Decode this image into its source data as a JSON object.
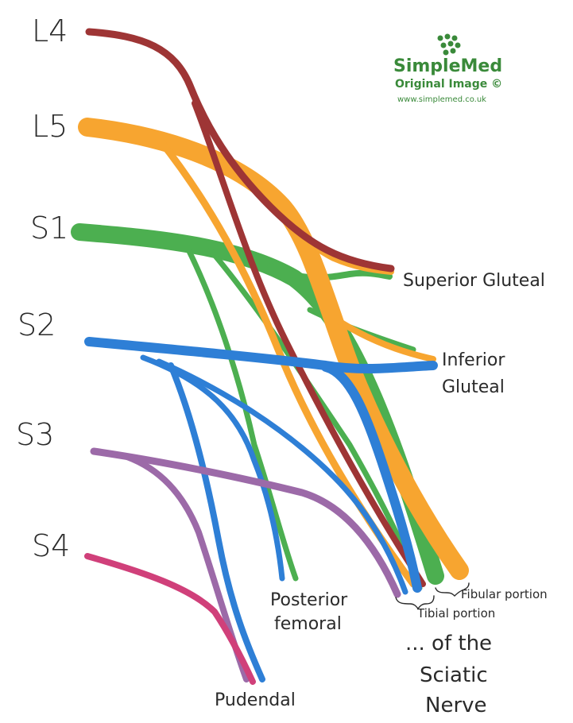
{
  "roots": [
    "L4",
    "L5",
    "S1",
    "S2",
    "S3",
    "S4"
  ],
  "nerves": {
    "superior_gluteal": "Superior Gluteal",
    "inferior_gluteal_line1": "Inferior",
    "inferior_gluteal_line2": "Gluteal",
    "posterior_femoral_line1": "Posterior",
    "posterior_femoral_line2": "femoral",
    "pudendal": "Pudendal",
    "fibular_portion": "Fibular portion",
    "tibial_portion": "Tibial portion",
    "sciatic_line1": "... of the",
    "sciatic_line2": "Sciatic",
    "sciatic_line3": "Nerve"
  },
  "logo": {
    "name": "SimpleMed",
    "subtitle": "Original Image ©",
    "url": "www.simplemed.co.uk"
  },
  "colors": {
    "L4": "#9e3535",
    "L5": "#f7a530",
    "S1": "#4caf50",
    "S2": "#2e7fd6",
    "S3": "#9c6aa8",
    "S4": "#d0407a",
    "logo": "#3a8a3a"
  }
}
